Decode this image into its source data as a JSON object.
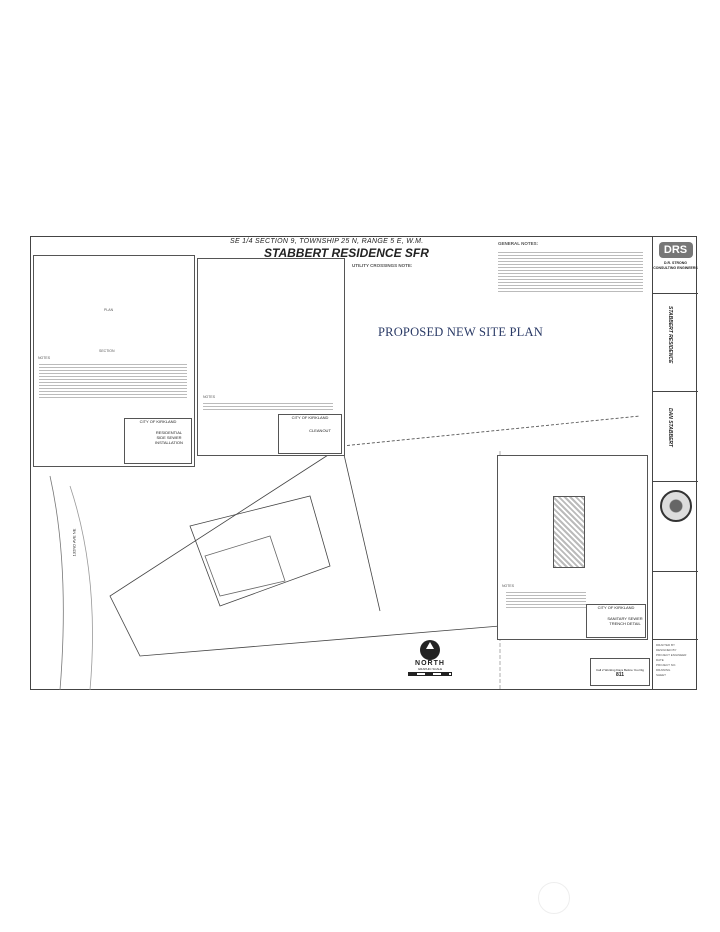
{
  "header": {
    "location": "SE 1/4 SECTION 9, TOWNSHIP 25 N, RANGE 5 E, W.M.",
    "title": "STABBERT RESIDENCE SFR"
  },
  "overlay_title": "PROPOSED NEW SITE PLAN",
  "notes": {
    "general": "GENERAL NOTES:",
    "utility": "UTILITY CROSSINGS NOTE:"
  },
  "details": [
    {
      "city": "CITY OF KIRKLAND",
      "name": "RESIDENTIAL SIDE SEWER INSTALLATION",
      "section": "SECTION",
      "plan": "PLAN",
      "notes": "NOTES"
    },
    {
      "city": "CITY OF KIRKLAND",
      "name": "CLEANOUT",
      "notes": "NOTES"
    },
    {
      "city": "CITY OF KIRKLAND",
      "name": "SANITARY SEWER TRENCH DETAIL",
      "notes": "NOTES"
    }
  ],
  "north": {
    "label": "NORTH",
    "scale": "GRAPHIC SCALE"
  },
  "call": {
    "text": "Call 2 Working Days Before You Dig",
    "number": "811"
  },
  "street": "132ND AVE NE",
  "title_block": {
    "firm_logo": "DRS",
    "firm": "D.R. STRONG CONSULTING ENGINEERS",
    "project": "STABBERT RESIDENCE",
    "owner": "DAN STABBERT",
    "drafted_by": "DRAFTED BY",
    "designed_by": "DESIGNED BY",
    "engineer": "PROJECT ENGINEER",
    "date": "DATE",
    "project_no": "PROJECT NO.",
    "drawing": "DRAWING",
    "sheet": "SHEET"
  }
}
